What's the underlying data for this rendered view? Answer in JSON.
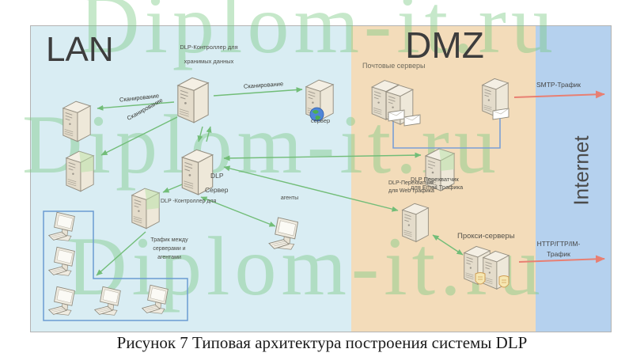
{
  "watermark": "Diplom-it.ru",
  "caption": "Рисунок 7 Типовая архитектура построения системы DLP",
  "zones": {
    "lan": "LAN",
    "dmz": "DMZ",
    "internet": "Internet"
  },
  "labels": {
    "controller_stored_1": "DLP-Контроллер для",
    "controller_stored_2": "хранимых данных",
    "scanning": "Сканирование",
    "globe_server": "сервер",
    "dlp_server_1": "DLP",
    "dlp_server_2": "Сервер",
    "controller_agents": "DLP -Контроллер для",
    "traffic_note_1": "Трафик между",
    "traffic_note_2": "серверами и",
    "traffic_note_3": "агентами",
    "agents": "агенты",
    "mail_servers": "Почтовые серверы",
    "web_interceptor_1": "DLP-Перехватчик",
    "web_interceptor_2": "для Web трафика",
    "email_interceptor_1": "DLP Перехватчик",
    "email_interceptor_2": "для Email Трафика",
    "proxy_servers": "Прокси-серверы",
    "smtp_traffic": "SMTP-Трафик",
    "http_traffic_1": "HTTP/ГТР/IM-",
    "http_traffic_2": "Трафик"
  },
  "icons": {
    "server": "server-icon",
    "server_green": "server-green-icon",
    "workstation": "workstation-icon",
    "envelope": "envelope-icon",
    "globe": "globe-icon",
    "shield": "shield-icon",
    "arrow_green": "green-arrow",
    "arrow_red": "red-arrow",
    "line_blue": "blue-connector"
  },
  "colors": {
    "lan_bg": "#d9edf3",
    "dmz_bg": "#f3dcba",
    "internet_bg": "#b5d1ee",
    "watermark": "#76c781",
    "green_arrow": "#72bd78",
    "red_arrow": "#e87f72",
    "blue_line": "#7b9fd6",
    "frame_border": "#b3b3b3"
  }
}
